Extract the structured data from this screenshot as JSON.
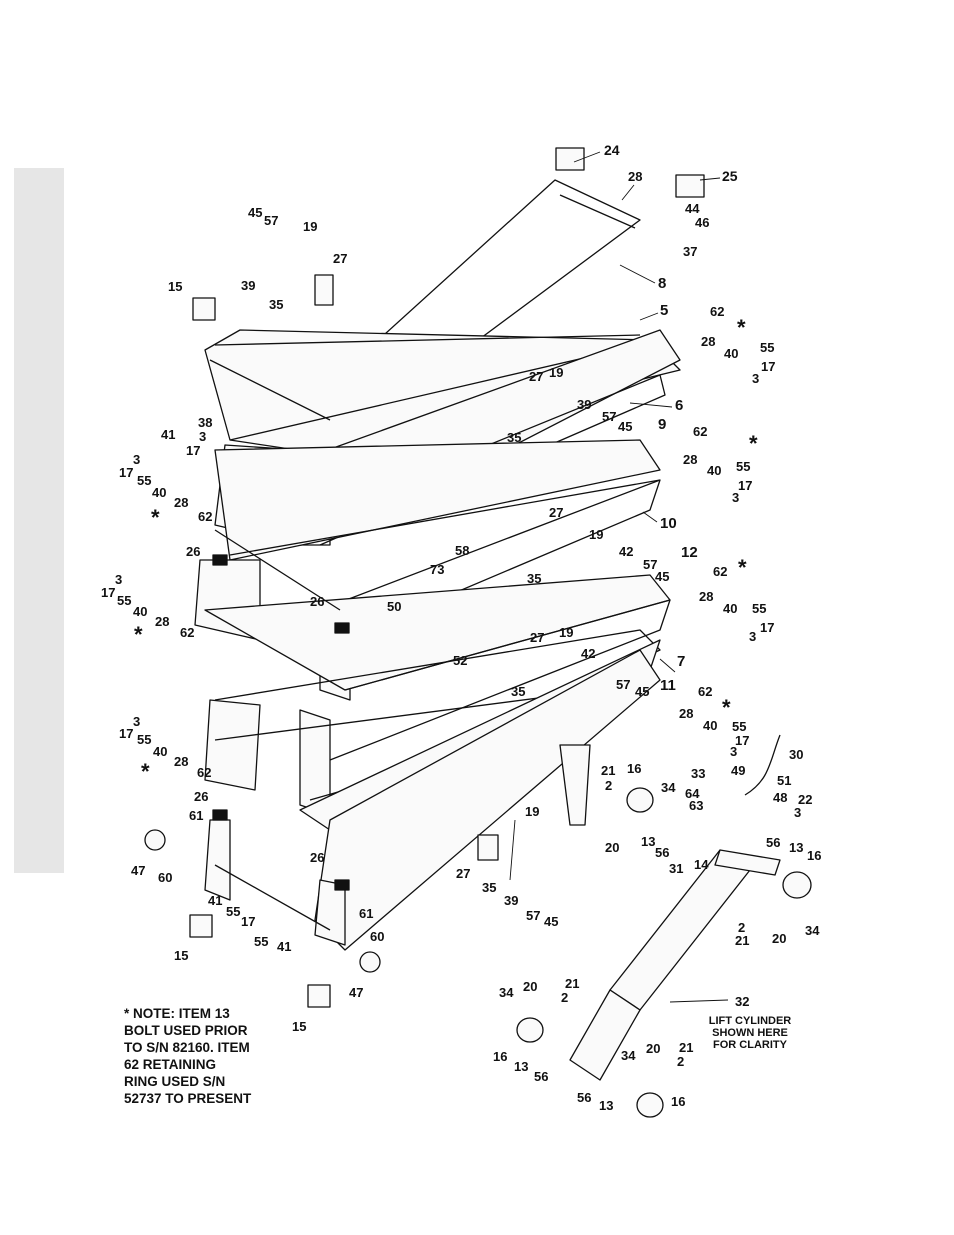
{
  "callouts": [
    {
      "id": "c1",
      "text": "24"
    },
    {
      "id": "c2",
      "text": "28"
    },
    {
      "id": "c3",
      "text": "25"
    },
    {
      "id": "c4",
      "text": "44"
    },
    {
      "id": "c5",
      "text": "46"
    },
    {
      "id": "c6",
      "text": "37"
    },
    {
      "id": "c7",
      "text": "45"
    },
    {
      "id": "c8",
      "text": "57"
    },
    {
      "id": "c9",
      "text": "19"
    },
    {
      "id": "c10",
      "text": "27"
    },
    {
      "id": "c11",
      "text": "39"
    },
    {
      "id": "c12",
      "text": "35"
    },
    {
      "id": "c13",
      "text": "15"
    },
    {
      "id": "c14",
      "text": "8"
    },
    {
      "id": "c15",
      "text": "5"
    },
    {
      "id": "c16",
      "text": "62"
    },
    {
      "id": "c17",
      "text": "*"
    },
    {
      "id": "c18",
      "text": "28"
    },
    {
      "id": "c19",
      "text": "40"
    },
    {
      "id": "c20",
      "text": "55"
    },
    {
      "id": "c21",
      "text": "17"
    },
    {
      "id": "c22",
      "text": "3"
    },
    {
      "id": "c23",
      "text": "27"
    },
    {
      "id": "c24",
      "text": "19"
    },
    {
      "id": "c25",
      "text": "39"
    },
    {
      "id": "c26",
      "text": "6"
    },
    {
      "id": "c27",
      "text": "57"
    },
    {
      "id": "c28",
      "text": "45"
    },
    {
      "id": "c29",
      "text": "35"
    },
    {
      "id": "c30",
      "text": "38"
    },
    {
      "id": "c31",
      "text": "41"
    },
    {
      "id": "c32",
      "text": "3"
    },
    {
      "id": "c33",
      "text": "17"
    },
    {
      "id": "c34",
      "text": "3"
    },
    {
      "id": "c35",
      "text": "17"
    },
    {
      "id": "c36",
      "text": "55"
    },
    {
      "id": "c37",
      "text": "40"
    },
    {
      "id": "c38",
      "text": "28"
    },
    {
      "id": "c39",
      "text": "*"
    },
    {
      "id": "c40",
      "text": "62"
    },
    {
      "id": "c41",
      "text": "9"
    },
    {
      "id": "c42",
      "text": "62"
    },
    {
      "id": "c43",
      "text": "*"
    },
    {
      "id": "c44",
      "text": "28"
    },
    {
      "id": "c45",
      "text": "40"
    },
    {
      "id": "c46",
      "text": "55"
    },
    {
      "id": "c47",
      "text": "17"
    },
    {
      "id": "c48",
      "text": "3"
    },
    {
      "id": "c49",
      "text": "10"
    },
    {
      "id": "c50",
      "text": "27"
    },
    {
      "id": "c51",
      "text": "19"
    },
    {
      "id": "c52",
      "text": "42"
    },
    {
      "id": "c53",
      "text": "57"
    },
    {
      "id": "c54",
      "text": "45"
    },
    {
      "id": "c55",
      "text": "35"
    },
    {
      "id": "c56",
      "text": "12"
    },
    {
      "id": "c57",
      "text": "62"
    },
    {
      "id": "c58",
      "text": "*"
    },
    {
      "id": "c59",
      "text": "28"
    },
    {
      "id": "c60",
      "text": "40"
    },
    {
      "id": "c61",
      "text": "55"
    },
    {
      "id": "c62",
      "text": "17"
    },
    {
      "id": "c63",
      "text": "3"
    },
    {
      "id": "c64",
      "text": "26"
    },
    {
      "id": "c65",
      "text": "58"
    },
    {
      "id": "c66",
      "text": "73"
    },
    {
      "id": "c67",
      "text": "50"
    },
    {
      "id": "c68",
      "text": "3"
    },
    {
      "id": "c69",
      "text": "17"
    },
    {
      "id": "c70",
      "text": "55"
    },
    {
      "id": "c71",
      "text": "40"
    },
    {
      "id": "c72",
      "text": "28"
    },
    {
      "id": "c73",
      "text": "*"
    },
    {
      "id": "c74",
      "text": "62"
    },
    {
      "id": "c75",
      "text": "26"
    },
    {
      "id": "c76",
      "text": "52"
    },
    {
      "id": "c77",
      "text": "27"
    },
    {
      "id": "c78",
      "text": "19"
    },
    {
      "id": "c79",
      "text": "42"
    },
    {
      "id": "c80",
      "text": "7"
    },
    {
      "id": "c81",
      "text": "35"
    },
    {
      "id": "c82",
      "text": "57"
    },
    {
      "id": "c83",
      "text": "45"
    },
    {
      "id": "c84",
      "text": "11"
    },
    {
      "id": "c85",
      "text": "62"
    },
    {
      "id": "c86",
      "text": "*"
    },
    {
      "id": "c87",
      "text": "28"
    },
    {
      "id": "c88",
      "text": "40"
    },
    {
      "id": "c89",
      "text": "55"
    },
    {
      "id": "c90",
      "text": "3"
    },
    {
      "id": "c91",
      "text": "17"
    },
    {
      "id": "c92",
      "text": "30"
    },
    {
      "id": "c93",
      "text": "3"
    },
    {
      "id": "c94",
      "text": "17"
    },
    {
      "id": "c95",
      "text": "55"
    },
    {
      "id": "c96",
      "text": "40"
    },
    {
      "id": "c97",
      "text": "28"
    },
    {
      "id": "c98",
      "text": "*"
    },
    {
      "id": "c99",
      "text": "62"
    },
    {
      "id": "c100",
      "text": "21"
    },
    {
      "id": "c101",
      "text": "2"
    },
    {
      "id": "c102",
      "text": "16"
    },
    {
      "id": "c103",
      "text": "34"
    },
    {
      "id": "c104",
      "text": "33"
    },
    {
      "id": "c105",
      "text": "49"
    },
    {
      "id": "c106",
      "text": "51"
    },
    {
      "id": "c107",
      "text": "64"
    },
    {
      "id": "c108",
      "text": "63"
    },
    {
      "id": "c109",
      "text": "48"
    },
    {
      "id": "c110",
      "text": "22"
    },
    {
      "id": "c111",
      "text": "3"
    },
    {
      "id": "c112",
      "text": "26"
    },
    {
      "id": "c113",
      "text": "61"
    },
    {
      "id": "c114",
      "text": "19"
    },
    {
      "id": "c115",
      "text": "13"
    },
    {
      "id": "c116",
      "text": "56"
    },
    {
      "id": "c117",
      "text": "20"
    },
    {
      "id": "c118",
      "text": "31"
    },
    {
      "id": "c119",
      "text": "14"
    },
    {
      "id": "c120",
      "text": "56"
    },
    {
      "id": "c121",
      "text": "13"
    },
    {
      "id": "c122",
      "text": "16"
    },
    {
      "id": "c123",
      "text": "47"
    },
    {
      "id": "c124",
      "text": "60"
    },
    {
      "id": "c125",
      "text": "26"
    },
    {
      "id": "c126",
      "text": "27"
    },
    {
      "id": "c127",
      "text": "35"
    },
    {
      "id": "c128",
      "text": "39"
    },
    {
      "id": "c129",
      "text": "57"
    },
    {
      "id": "c130",
      "text": "45"
    },
    {
      "id": "c131",
      "text": "41"
    },
    {
      "id": "c132",
      "text": "55"
    },
    {
      "id": "c133",
      "text": "17"
    },
    {
      "id": "c134",
      "text": "61"
    },
    {
      "id": "c135",
      "text": "2"
    },
    {
      "id": "c136",
      "text": "21"
    },
    {
      "id": "c137",
      "text": "20"
    },
    {
      "id": "c138",
      "text": "34"
    },
    {
      "id": "c139",
      "text": "15"
    },
    {
      "id": "c140",
      "text": "55"
    },
    {
      "id": "c141",
      "text": "41"
    },
    {
      "id": "c142",
      "text": "60"
    },
    {
      "id": "c143",
      "text": "47"
    },
    {
      "id": "c144",
      "text": "15"
    },
    {
      "id": "c145",
      "text": "32"
    },
    {
      "id": "c146",
      "text": "34"
    },
    {
      "id": "c147",
      "text": "20"
    },
    {
      "id": "c148",
      "text": "21"
    },
    {
      "id": "c149",
      "text": "2"
    },
    {
      "id": "c150",
      "text": "16"
    },
    {
      "id": "c151",
      "text": "13"
    },
    {
      "id": "c152",
      "text": "56"
    },
    {
      "id": "c153",
      "text": "34"
    },
    {
      "id": "c154",
      "text": "20"
    },
    {
      "id": "c155",
      "text": "21"
    },
    {
      "id": "c156",
      "text": "2"
    },
    {
      "id": "c157",
      "text": "56"
    },
    {
      "id": "c158",
      "text": "13"
    },
    {
      "id": "c159",
      "text": "16"
    }
  ],
  "note": {
    "lines": [
      "* NOTE: ITEM 13",
      "BOLT USED PRIOR",
      "TO S/N 82160. ITEM",
      "62 RETAINING",
      "RING USED S/N",
      "52737 TO PRESENT"
    ]
  },
  "lift_note": {
    "lines": [
      "LIFT CYLINDER",
      "SHOWN HERE",
      "FOR CLARITY"
    ]
  }
}
